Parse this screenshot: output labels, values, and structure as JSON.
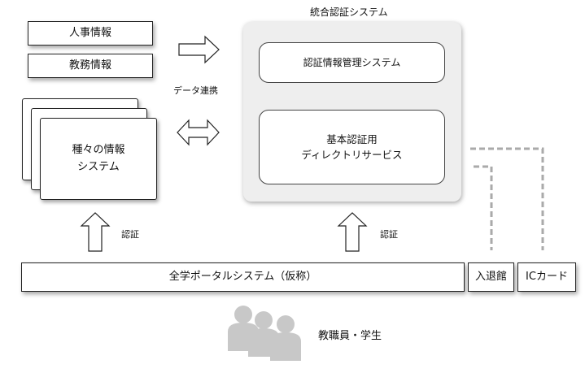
{
  "hr_info": "人事情報",
  "academic_info": "教務情報",
  "various_systems": [
    "種々の情報",
    "システム"
  ],
  "data_link": "データ連携",
  "integrated_auth_title": "統合認証システム",
  "auth_info_mgmt": "認証情報管理システム",
  "basic_directory": [
    "基本認証用",
    "ディレクトリサービス"
  ],
  "auth_left": "認証",
  "auth_right": "認証",
  "portal": "全学ポータルシステム（仮称）",
  "entry_exit": "入退館",
  "ic_card": "ICカード",
  "users": "教職員・学生"
}
